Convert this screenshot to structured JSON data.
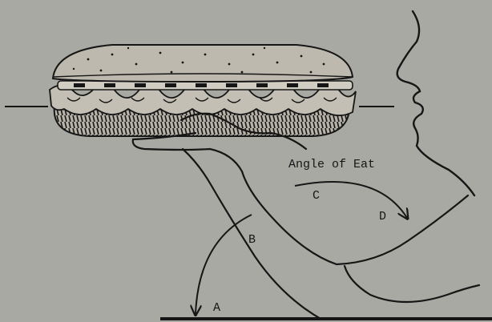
{
  "diagram": {
    "caption": "Angle of Eat",
    "labels": {
      "a": "A",
      "b": "B",
      "c": "C",
      "d": "D"
    }
  },
  "colors": {
    "paper": "#a9a9a3",
    "ink": "#161616",
    "bread": "#b7b3a8"
  },
  "icons": {
    "sandwich": "sub-sandwich-illustration",
    "profile": "face-profile-outline",
    "arm": "arm-and-hand-outline"
  }
}
